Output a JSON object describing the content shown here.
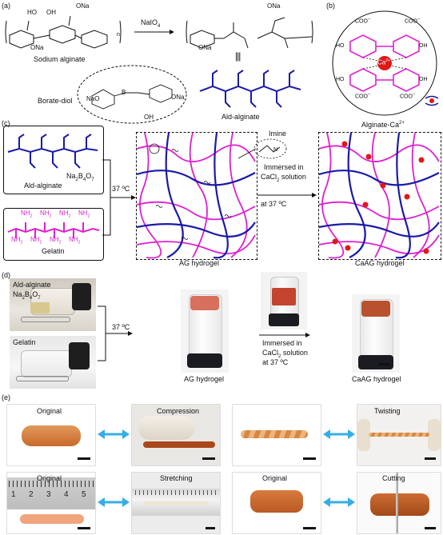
{
  "panels": {
    "a": "(a)",
    "b": "(b)",
    "c": "(c)",
    "d": "(d)",
    "e": "(e)"
  },
  "panel_a": {
    "sodium_alginate": "Sodium alginate",
    "reagent": "NaIO",
    "reagent_sub": "4",
    "ald_alginate": "Ald-alginate",
    "borate_diol": "Borate-diol",
    "equiv": "|||",
    "chem_text": {
      "ona1": "ONa",
      "ona2": "ONa",
      "ona3": "ONa",
      "ona4": "ONa",
      "ho": "HO",
      "oh": "OH",
      "o": "O",
      "n": "n",
      "b": "B",
      "na_o": "NaO"
    }
  },
  "panel_b": {
    "caption_main": "Alginate-Ca",
    "caption_sup": "2+",
    "ca_main": "Ca",
    "ca_sup": "2+",
    "coo": "COO",
    "minus": "−",
    "ho": "HO",
    "oh": "OH"
  },
  "panel_c": {
    "ald_alginate": "Ald-alginate",
    "borax_main": "Na",
    "borax_sub1": "2",
    "borax_b": "B",
    "borax_sub2": "4",
    "borax_o": "O",
    "borax_sub3": "7",
    "gelatin": "Gelatin",
    "nh2": "NH",
    "nh2_sub": "2",
    "temp": "37 ºC",
    "imine": "Imine",
    "immersed_1": "Immersed in",
    "immersed_2_main": "CaCl",
    "immersed_2_sub": "2",
    "immersed_2_tail": " solution",
    "immersed_3": "at 37 ºC",
    "ag_hydrogel": "AG hydrogel",
    "caag_hydrogel": "CaAG hydrogel",
    "n_label": "N"
  },
  "panel_d": {
    "vial1_line1": "Ald-alginate",
    "vial1_line2_main": "Na",
    "vial1_sub1": "2",
    "vial1_b": "B",
    "vial1_sub2": "4",
    "vial1_o": "O",
    "vial1_sub3": "7",
    "gelatin": "Gelatin",
    "temp": "37 ºC",
    "ag_hydrogel": "AG hydrogel",
    "immersed_1": "Immersed in",
    "immersed_2_main": "CaCl",
    "immersed_2_sub": "2",
    "immersed_2_tail": " solution",
    "immersed_3": "at 37 ºC",
    "caag_hydrogel": "CaAG hydrogel"
  },
  "panel_e": {
    "original_1": "Original",
    "compression": "Compression",
    "twisting": "Twisting",
    "original_2": "Original",
    "stretching": "Stretching",
    "original_3": "Original",
    "cutting": "Cutting",
    "ruler_numbers": [
      "1",
      "2",
      "3",
      "4",
      "5"
    ]
  },
  "colors": {
    "blue": "#1a1aa8",
    "magenta": "#e01fd1",
    "red": "#e01818",
    "cyan_arrow": "#35aee6",
    "hydrogel_orange": "#c8692a"
  }
}
